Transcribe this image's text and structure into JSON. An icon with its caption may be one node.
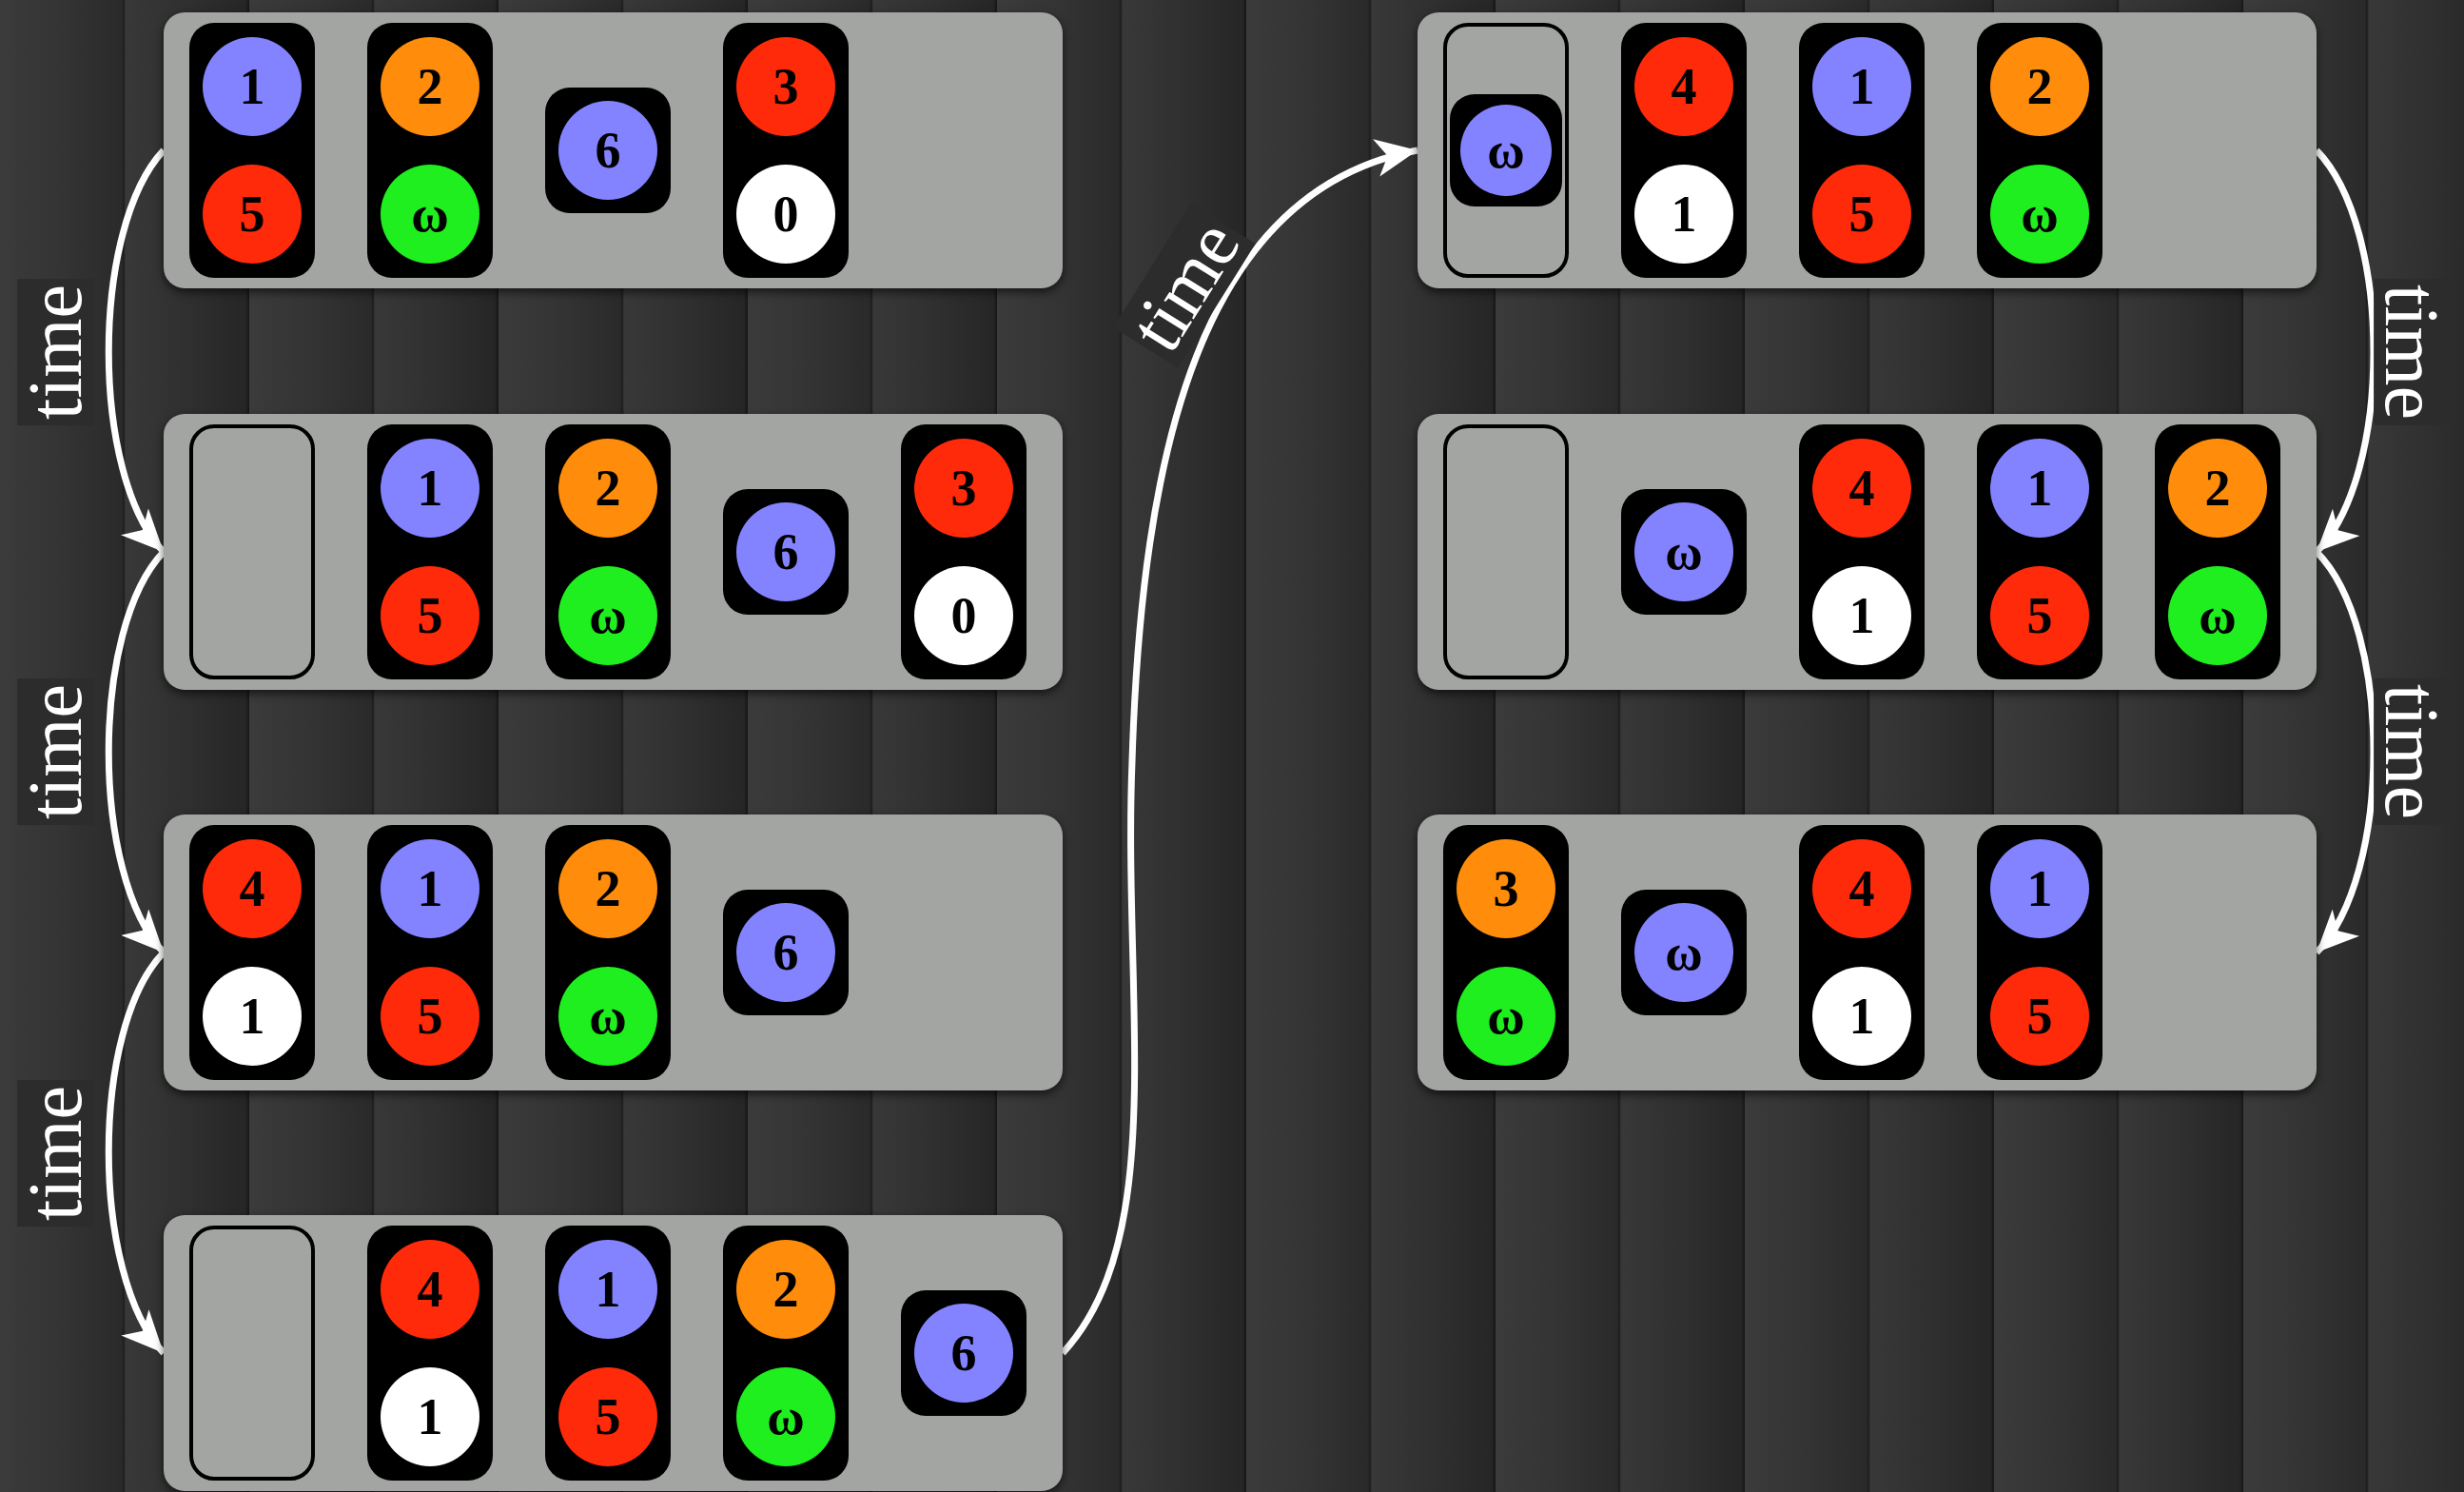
{
  "diagram": {
    "nodes": [
      {
        "text": [],
        "shape": "box"
      },
      {
        "text": [],
        "shape": "box",
        "in": 0
      },
      {
        "text": [
          "1"
        ],
        "in": 1
      },
      {
        "text": [
          "5"
        ],
        "in": 1
      },
      {
        "text": [],
        "shape": "box",
        "in": 0
      },
      {
        "text": [
          "2"
        ],
        "in": 4
      },
      {
        "text": [
          "ω"
        ],
        "in": 4
      },
      {
        "text": [],
        "shape": "box",
        "in": 0
      },
      {
        "text": [
          "6"
        ],
        "in": 7
      },
      {
        "text": [],
        "shape": "box",
        "in": 0
      },
      {
        "text": [
          "3"
        ],
        "in": 9
      },
      {
        "text": [
          "0"
        ],
        "in": 9
      },
      {
        "text": [],
        "shape": "box"
      },
      {
        "text": [],
        "shape": "box",
        "in": 12
      },
      {
        "text": [],
        "shape": "box",
        "in": 12
      },
      {
        "text": [
          "1"
        ],
        "in": 14
      },
      {
        "text": [
          "5"
        ],
        "in": 14
      },
      {
        "text": [],
        "shape": "box",
        "in": 12
      },
      {
        "text": [
          "2"
        ],
        "in": 17
      },
      {
        "text": [
          "ω"
        ],
        "in": 17
      },
      {
        "text": [],
        "shape": "box",
        "in": 12
      },
      {
        "text": [
          "6"
        ],
        "in": 20
      },
      {
        "text": [],
        "shape": "box",
        "in": 12
      },
      {
        "text": [
          "3"
        ],
        "in": 22
      },
      {
        "text": [
          "0"
        ],
        "in": 22
      },
      {
        "text": [],
        "shape": "box"
      },
      {
        "text": [],
        "shape": "box",
        "in": 25
      },
      {
        "text": [
          "4"
        ],
        "in": 26
      },
      {
        "text": [
          "1"
        ],
        "in": 26
      },
      {
        "text": [],
        "shape": "box",
        "in": 25
      },
      {
        "text": [
          "1"
        ],
        "in": 29
      },
      {
        "text": [
          "5"
        ],
        "in": 29
      },
      {
        "text": [],
        "shape": "box",
        "in": 25
      },
      {
        "text": [
          "2"
        ],
        "in": 32
      },
      {
        "text": [
          "ω"
        ],
        "in": 32
      },
      {
        "text": [],
        "shape": "box",
        "in": 25
      },
      {
        "text": [
          "6"
        ],
        "in": 35
      },
      {
        "text": [],
        "shape": "box"
      },
      {
        "text": [],
        "shape": "box",
        "in": 37
      },
      {
        "text": [],
        "shape": "box",
        "in": 37
      },
      {
        "text": [
          "4"
        ],
        "in": 39
      },
      {
        "text": [
          "1"
        ],
        "in": 39
      },
      {
        "text": [],
        "shape": "box",
        "in": 37
      },
      {
        "text": [
          "1"
        ],
        "in": 42
      },
      {
        "text": [
          "5"
        ],
        "in": 42
      },
      {
        "text": [],
        "shape": "box",
        "in": 37
      },
      {
        "text": [
          "2"
        ],
        "in": 45
      },
      {
        "text": [
          "ω"
        ],
        "in": 45
      },
      {
        "text": [],
        "shape": "box",
        "in": 37
      },
      {
        "text": [
          "6"
        ],
        "in": 48
      },
      {
        "text": [],
        "shape": "box"
      },
      {
        "text": [],
        "shape": "box",
        "in": 50
      },
      {
        "text": [],
        "shape": "box",
        "in": 51
      },
      {
        "text": [
          "ω"
        ],
        "in": 52
      },
      {
        "text": [],
        "shape": "box",
        "in": 50
      },
      {
        "text": [
          "4"
        ],
        "in": 54
      },
      {
        "text": [
          "1"
        ],
        "in": 54
      },
      {
        "text": [],
        "shape": "box",
        "in": 50
      },
      {
        "text": [
          "1"
        ],
        "in": 57
      },
      {
        "text": [
          "5"
        ],
        "in": 57
      },
      {
        "text": [],
        "shape": "box",
        "in": 50
      },
      {
        "text": [
          "2"
        ],
        "in": 60
      },
      {
        "text": [
          "ω"
        ],
        "in": 60
      },
      {
        "text": [],
        "shape": "box"
      },
      {
        "text": [],
        "shape": "box",
        "in": 63
      },
      {
        "text": [],
        "shape": "box",
        "in": 63
      },
      {
        "text": [
          "ω"
        ],
        "in": 65
      },
      {
        "text": [],
        "shape": "box",
        "in": 63
      },
      {
        "text": [
          "4"
        ],
        "in": 67
      },
      {
        "text": [
          "1"
        ],
        "in": 67
      },
      {
        "text": [],
        "shape": "box",
        "in": 63
      },
      {
        "text": [
          "1"
        ],
        "in": 70
      },
      {
        "text": [
          "5"
        ],
        "in": 70
      },
      {
        "text": [],
        "shape": "box",
        "in": 63
      },
      {
        "text": [
          "2"
        ],
        "in": 73
      },
      {
        "text": [
          "ω"
        ],
        "in": 73
      },
      {
        "text": [],
        "shape": "box"
      },
      {
        "text": [],
        "shape": "box",
        "in": 76
      },
      {
        "text": [
          "3"
        ],
        "in": 77
      },
      {
        "text": [
          "ω"
        ],
        "in": 77
      },
      {
        "text": [],
        "shape": "box",
        "in": 76
      },
      {
        "text": [
          "ω"
        ],
        "in": 80
      },
      {
        "text": [],
        "shape": "box",
        "in": 76
      },
      {
        "text": [
          "4"
        ],
        "in": 82
      },
      {
        "text": [
          "1"
        ],
        "in": 82
      },
      {
        "text": [],
        "shape": "box",
        "in": 76
      },
      {
        "text": [
          "1"
        ],
        "in": 85
      },
      {
        "text": [
          "5"
        ],
        "in": 85
      }
    ],
    "edges": [
      {
        "from": 0,
        "to": 12,
        "arrow": "to",
        "label": "time"
      },
      {
        "from": 12,
        "to": 25,
        "arrow": "to",
        "label": "time"
      },
      {
        "from": 25,
        "to": 37,
        "arrow": "to",
        "label": "time"
      },
      {
        "from": 37,
        "to": 50,
        "arrow": "to",
        "label": "time"
      },
      {
        "from": 50,
        "to": 63,
        "arrow": "to",
        "label": "time"
      },
      {
        "from": 63,
        "to": 76,
        "arrow": "to",
        "label": "time"
      }
    ]
  }
}
